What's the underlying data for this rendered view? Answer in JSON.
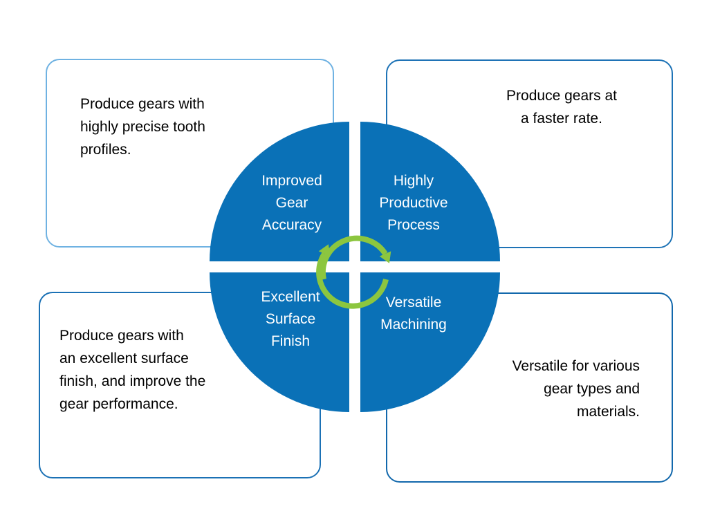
{
  "diagram": {
    "title": "gear machining benefits cycle diagram",
    "colors": {
      "circle_blue": "#0A71B7",
      "arrow_green": "#8CC63F",
      "callout_border_light": "#6FB2E2",
      "callout_border_dark": "#1E73B6",
      "quadrant_text": "#FFFFFF",
      "callout_text": "#000000",
      "background": "#FFFFFF"
    },
    "center_icon": "cycle-arrows-icon",
    "quadrants": [
      {
        "id": "improved-gear-accuracy",
        "label": "Improved Gear Accuracy",
        "lines": [
          "Improved",
          "Gear",
          "Accuracy"
        ]
      },
      {
        "id": "highly-productive-process",
        "label": "Highly Productive Process",
        "lines": [
          "Highly",
          "Productive",
          "Process"
        ]
      },
      {
        "id": "excellent-surface-finish",
        "label": "Excellent Surface Finish",
        "lines": [
          "Excellent",
          "Surface",
          "Finish"
        ]
      },
      {
        "id": "versatile-machining",
        "label": "Versatile Machining",
        "lines": [
          "Versatile",
          "Machining"
        ]
      }
    ],
    "callouts": [
      {
        "id": "improved-gear-accuracy-note",
        "text": "Produce gears with highly precise tooth profiles.",
        "lines": [
          "Produce gears with",
          "highly precise tooth",
          "profiles."
        ],
        "align": "left"
      },
      {
        "id": "highly-productive-process-note",
        "text": "Produce gears at a faster rate.",
        "lines": [
          "Produce gears at",
          "a faster rate."
        ],
        "align": "center"
      },
      {
        "id": "excellent-surface-finish-note",
        "text": "Produce gears with an excellent surface finish, and improve the gear performance.",
        "lines": [
          "Produce gears with",
          "an excellent surface",
          "finish, and improve the",
          "gear performance."
        ],
        "align": "left"
      },
      {
        "id": "versatile-machining-note",
        "text": "Versatile for various gear types and materials.",
        "lines": [
          "Versatile for various",
          "gear types and",
          "materials."
        ],
        "align": "right"
      }
    ]
  }
}
